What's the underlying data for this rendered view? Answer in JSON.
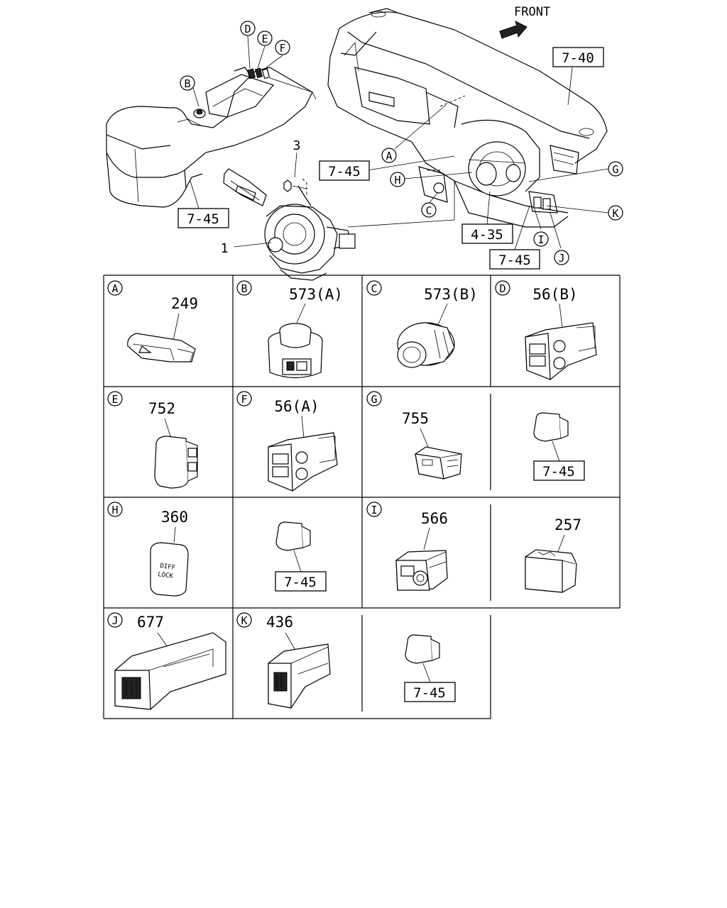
{
  "overview": {
    "direction": "FRONT",
    "refs": {
      "r740": "7-40",
      "r745_a": "7-45",
      "r745_b": "7-45",
      "r745_c": "7-45",
      "r435": "4-35"
    },
    "numbers": {
      "n3": "3",
      "n1": "1"
    },
    "callouts": {
      "A": "A",
      "B": "B",
      "C": "C",
      "D": "D",
      "E": "E",
      "F": "F",
      "G": "G",
      "H": "H",
      "I": "I",
      "J": "J",
      "K": "K"
    }
  },
  "cells": [
    {
      "letter": "A",
      "part": "249"
    },
    {
      "letter": "B",
      "part": "573(A)"
    },
    {
      "letter": "C",
      "part": "573(B)"
    },
    {
      "letter": "D",
      "part": "56(B)"
    },
    {
      "letter": "E",
      "part": "752"
    },
    {
      "letter": "F",
      "part": "56(A)"
    },
    {
      "letter": "G",
      "part": "755"
    },
    {
      "letter": "",
      "part": "",
      "ref": "7-45"
    },
    {
      "letter": "H",
      "part": "360",
      "switch_text": [
        "DIFF",
        "LOCK"
      ]
    },
    {
      "letter": "",
      "part": "",
      "ref": "7-45"
    },
    {
      "letter": "I",
      "part": "566"
    },
    {
      "letter": "",
      "part": "257"
    },
    {
      "letter": "J",
      "part": "677"
    },
    {
      "letter": "K",
      "part": "436"
    },
    {
      "letter": "",
      "part": "",
      "ref": "7-45"
    }
  ]
}
